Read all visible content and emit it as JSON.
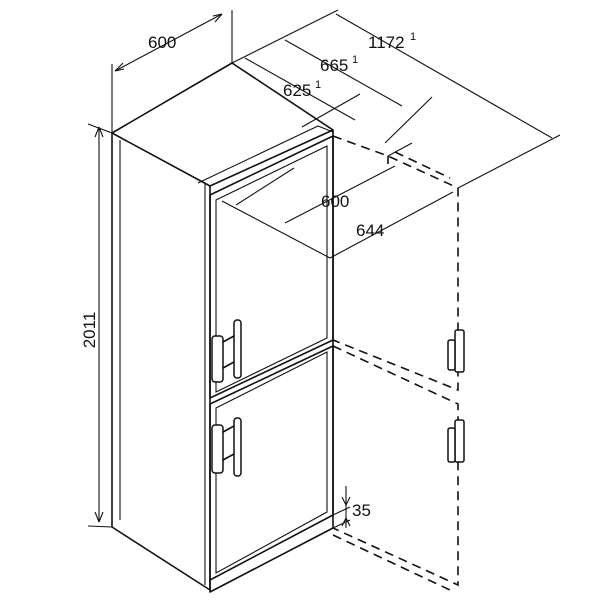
{
  "dimensions": {
    "width_top": "600",
    "depth_total_door_open": "1172",
    "depth_total_door_open_note": "1",
    "depth_with_handles": "665",
    "depth_with_handles_note": "1",
    "depth_body": "625",
    "depth_body_note": "1",
    "door_opening_width": "600",
    "door_opening_width_open": "644",
    "height": "2011",
    "foot_gap": "35"
  },
  "colors": {
    "line": "#111111",
    "background": "#ffffff"
  }
}
